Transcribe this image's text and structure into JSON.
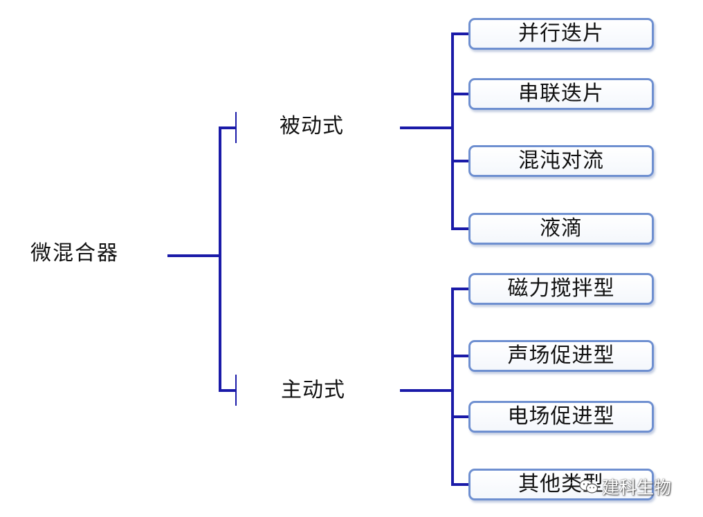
{
  "diagram": {
    "root": "微混合器",
    "categories": [
      {
        "label": "被动式",
        "children": [
          "并行迭片",
          "串联迭片",
          "混沌对流",
          "液滴"
        ]
      },
      {
        "label": "主动式",
        "children": [
          "磁力搅拌型",
          "声场促进型",
          "电场促进型",
          "其他类型"
        ]
      }
    ],
    "colors": {
      "connector": "#1a1aa8",
      "box_border": "#6e8fd0"
    }
  },
  "watermark": {
    "icon": "wechat-icon",
    "text": "建科生物"
  }
}
